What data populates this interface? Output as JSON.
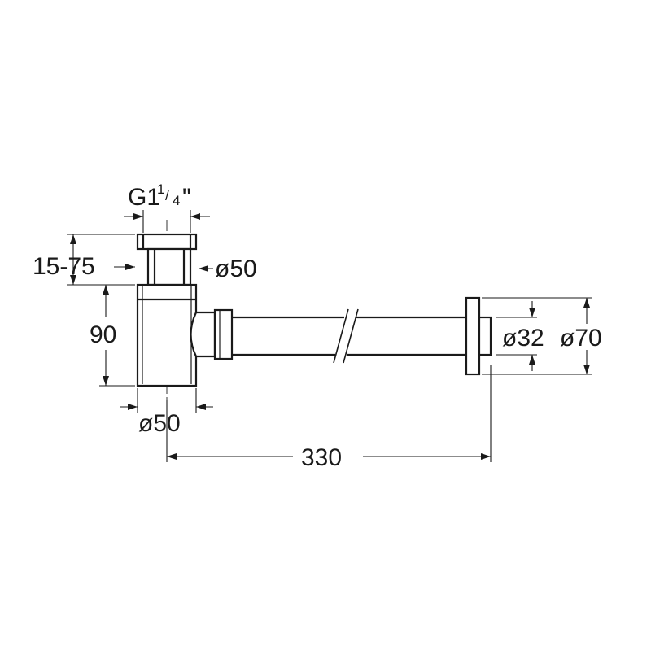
{
  "dimensions": {
    "thread": {
      "main": "G1",
      "frac_num": "1",
      "frac_slash": "/",
      "frac_den": "4",
      "inch": "\""
    },
    "height_range": "15-75",
    "upper_diameter": "ø50",
    "body_height": "90",
    "lower_diameter": "ø50",
    "length": "330",
    "pipe_diameter": "ø32",
    "flange_diameter": "ø70"
  },
  "colors": {
    "line": "#1a1a1a",
    "background": "#ffffff"
  }
}
